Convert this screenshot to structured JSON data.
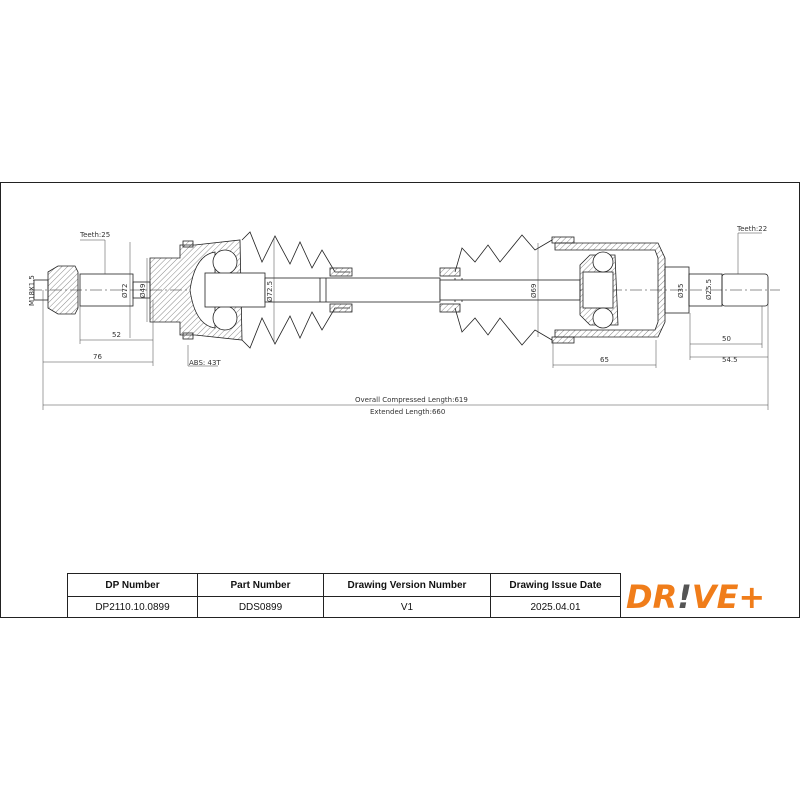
{
  "drawing": {
    "teeth_left": "Teeth:25",
    "teeth_right": "Teeth:22",
    "thread": "M18X1.5",
    "dia_72": "Ø72",
    "dia_49": "Ø49",
    "dia_72_5": "Ø72.5",
    "dia_69": "Ø69",
    "dia_35": "Ø35",
    "dia_25_5": "Ø25.5",
    "abs": "ABS: 43T",
    "dim_52": "52",
    "dim_76": "76",
    "dim_65": "65",
    "dim_50": "50",
    "dim_54_5": "54.5",
    "overall": "Overall  Compressed  Length:619",
    "extended": "Extended  Length:660"
  },
  "table": {
    "headers": [
      "DP Number",
      "Part Number",
      "Drawing Version Number",
      "Drawing Issue Date"
    ],
    "values": [
      "DP2110.10.0899",
      "DDS0899",
      "V1",
      "2025.04.01"
    ]
  },
  "logo": {
    "text": "DR!VE+",
    "color": "#f07d1a",
    "accent": "#555555"
  }
}
